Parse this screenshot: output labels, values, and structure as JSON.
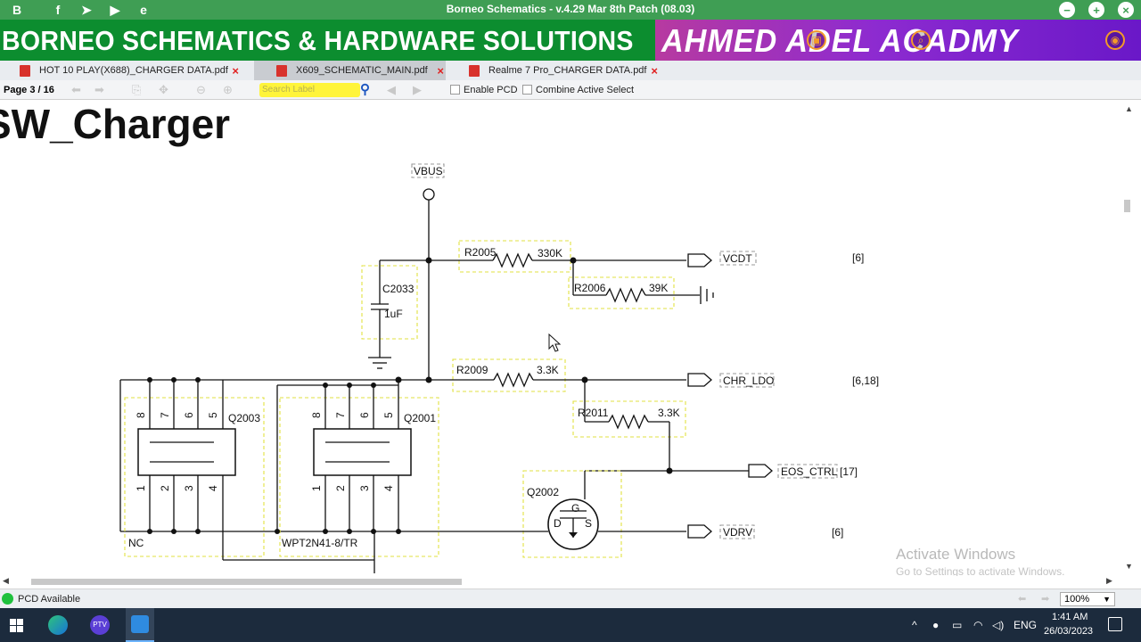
{
  "window": {
    "title": "Borneo Schematics - v.4.29 Mar 8th Patch (08.03)",
    "controls": [
      "−",
      "+",
      "×"
    ]
  },
  "banner": {
    "left": "BORNEO SCHEMATICS & HARDWARE SOLUTIONS",
    "right": "AHMED ADEL ACADMY"
  },
  "tabs": [
    {
      "label": "HOT 10 PLAY(X688)_CHARGER DATA.pdf",
      "active": false
    },
    {
      "label": "X609_SCHEMATIC_MAIN.pdf",
      "active": true
    },
    {
      "label": "Realme 7 Pro_CHARGER DATA.pdf",
      "active": false
    }
  ],
  "toolbar": {
    "page": "Page 3 / 16",
    "search_placeholder": "Search Label",
    "enable_pcd": "Enable PCD",
    "combine": "Combine Active Select"
  },
  "schematic": {
    "heading": "SW_Charger",
    "vbus": "VBUS",
    "r2005": "R2005",
    "r2005_val": "330K",
    "r2006": "R2006",
    "r2006_val": "39K",
    "c2033": "C2033",
    "c2033_val": "1uF",
    "r2009": "R2009",
    "r2009_val": "3.3K",
    "r2011": "R2011",
    "r2011_val": "3.3K",
    "q2003": "Q2003",
    "q2001": "Q2001",
    "q2002": "Q2002",
    "nc": "NC",
    "part": "WPT2N41-8/TR",
    "vcdt": "VCDT",
    "vcdt_ref": "[6]",
    "chr_ldo": "CHR_LDO",
    "chr_ldo_ref": "[6,18]",
    "eos_ctrl": "EOS_CTRL",
    "eos_ref": "[17]",
    "vdrv": "VDRV",
    "vdrv_ref": "[6]",
    "pins_top": [
      "8",
      "7",
      "6",
      "5"
    ],
    "pins_bottom": [
      "1",
      "2",
      "3",
      "4"
    ],
    "mos_d": "D",
    "mos_s": "S",
    "mos_g": "G"
  },
  "watermark": {
    "line1": "Activate Windows",
    "line2": "Go to Settings to activate Windows."
  },
  "status": {
    "pcd": "PCD Available",
    "zoom": "100%"
  },
  "taskbar": {
    "lang": "ENG",
    "time": "1:41 AM",
    "date": "26/03/2023"
  }
}
